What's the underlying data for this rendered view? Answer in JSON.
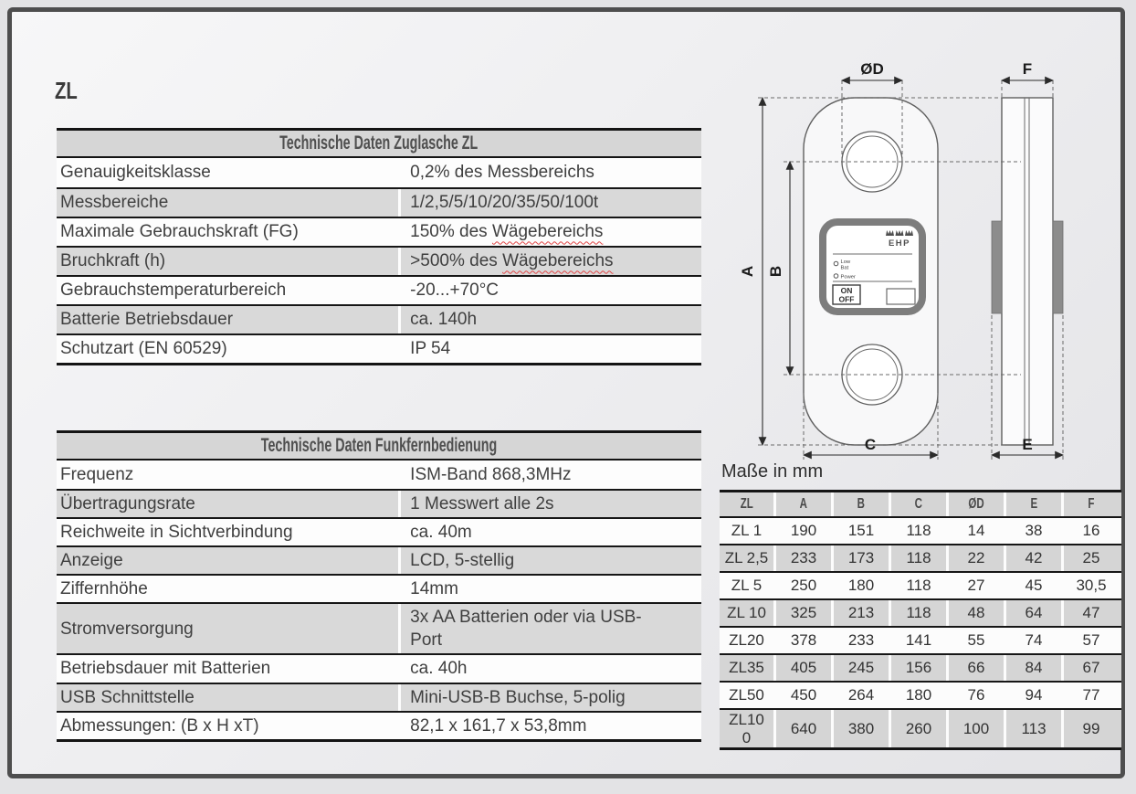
{
  "page": {
    "title": "ZL",
    "units_note": "Maße in mm"
  },
  "colors": {
    "frame_border": "#4e4e4e",
    "row_alt_gray": "#d9d9d9",
    "table_border": "#141414",
    "misspell_underline": "#e04545",
    "clamp_block_gray": "#8c8c8c"
  },
  "spec_table_zl": {
    "header": "Technische Daten Zuglasche ZL",
    "rows": [
      {
        "label": "Genauigkeitsklasse",
        "value": "0,2% des Messbereichs"
      },
      {
        "label": "Messbereiche",
        "value": "1/2,5/5/10/20/35/50/100t"
      },
      {
        "label": "Maximale Gebrauchskraft (FG)",
        "value_plain": "150% des ",
        "value_wavy": "Wägebereichs"
      },
      {
        "label": "Bruchkraft (h)",
        "value_plain": ">500% des ",
        "value_wavy": "Wägebereichs"
      },
      {
        "label": "Gebrauchstemperaturbereich",
        "value": "-20...+70°C"
      },
      {
        "label": "Batterie Betriebsdauer",
        "value": "ca. 140h"
      },
      {
        "label": "Schutzart (EN 60529)",
        "value": "IP 54"
      }
    ]
  },
  "spec_table_remote": {
    "header": "Technische Daten Funkfernbedienung",
    "rows": [
      {
        "label": "Frequenz",
        "value": "ISM-Band 868,3MHz"
      },
      {
        "label": "Übertragungsrate",
        "value": "1 Messwert alle 2s"
      },
      {
        "label": "Reichweite in Sichtverbindung",
        "value": "ca. 40m"
      },
      {
        "label": "Anzeige",
        "value": "LCD, 5-stellig"
      },
      {
        "label": "Ziffernhöhe",
        "value": "14mm"
      },
      {
        "label": "Stromversorgung",
        "value": "3x AA Batterien oder via USB-Port"
      },
      {
        "label": "Betriebsdauer mit Batterien",
        "value": "ca. 40h"
      },
      {
        "label": "USB Schnittstelle",
        "value": "Mini-USB-B Buchse, 5-polig"
      },
      {
        "label": "Abmessungen: (B x H xT)",
        "value": "82,1 x 161,7 x 53,8mm"
      }
    ]
  },
  "drawing": {
    "dim_labels": {
      "diameter": "ØD",
      "side_width": "F",
      "total_height": "A",
      "hole_distance": "B",
      "body_width": "C",
      "depth": "E"
    },
    "panel": {
      "brand": "EHP",
      "low_bat_line1": "Low",
      "low_bat_line2": "Bat",
      "power": "Power",
      "on": "ON",
      "off": "OFF"
    }
  },
  "dimensions_table": {
    "columns": [
      "ZL",
      "A",
      "B",
      "C",
      "ØD",
      "E",
      "F"
    ],
    "rows": [
      {
        "model": "ZL 1",
        "values": [
          "190",
          "151",
          "118",
          "14",
          "38",
          "16"
        ]
      },
      {
        "model": "ZL 2,5",
        "values": [
          "233",
          "173",
          "118",
          "22",
          "42",
          "25"
        ]
      },
      {
        "model": "ZL 5",
        "values": [
          "250",
          "180",
          "118",
          "27",
          "45",
          "30,5"
        ]
      },
      {
        "model": "ZL 10",
        "values": [
          "325",
          "213",
          "118",
          "48",
          "64",
          "47"
        ]
      },
      {
        "model": "ZL20",
        "values": [
          "378",
          "233",
          "141",
          "55",
          "74",
          "57"
        ]
      },
      {
        "model": "ZL35",
        "values": [
          "405",
          "245",
          "156",
          "66",
          "84",
          "67"
        ]
      },
      {
        "model": "ZL50",
        "values": [
          "450",
          "264",
          "180",
          "76",
          "94",
          "77"
        ]
      },
      {
        "model": "ZL100",
        "values": [
          "640",
          "380",
          "260",
          "100",
          "113",
          "99"
        ]
      }
    ]
  }
}
